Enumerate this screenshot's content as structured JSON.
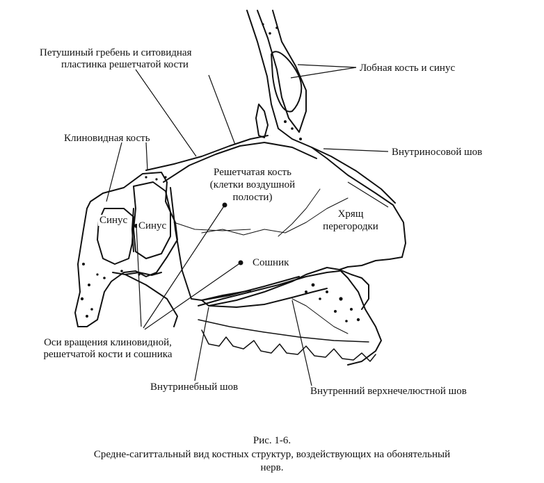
{
  "labels": {
    "crista": "Петушиный гребень и ситовидная",
    "crista2": "пластинка решетчатой кости",
    "frontal": "Лобная кость и синус",
    "sphenoid": "Клиновидная кость",
    "internasal": "Внутриносовой шов",
    "ethmoid1": "Решетчатая кость",
    "ethmoid2": "(клетки воздушной",
    "ethmoid3": "полости)",
    "cartilage1": "Хрящ",
    "cartilage2": "перегородки",
    "sinus_left": "Синус",
    "sinus_right": "Синус",
    "vomer": "Сошник",
    "axes1": "Оси вращения клиновидной,",
    "axes2": "решетчатой кости и сошника",
    "palatine": "Внутринебный шов",
    "maxillary": "Внутренний верхнечелюстной шов"
  },
  "caption": {
    "fig": "Рис. 1-6.",
    "line1": "Средне-сагиттальный вид костных структур, воздействующих на обонятельный",
    "line2": "нерв."
  }
}
